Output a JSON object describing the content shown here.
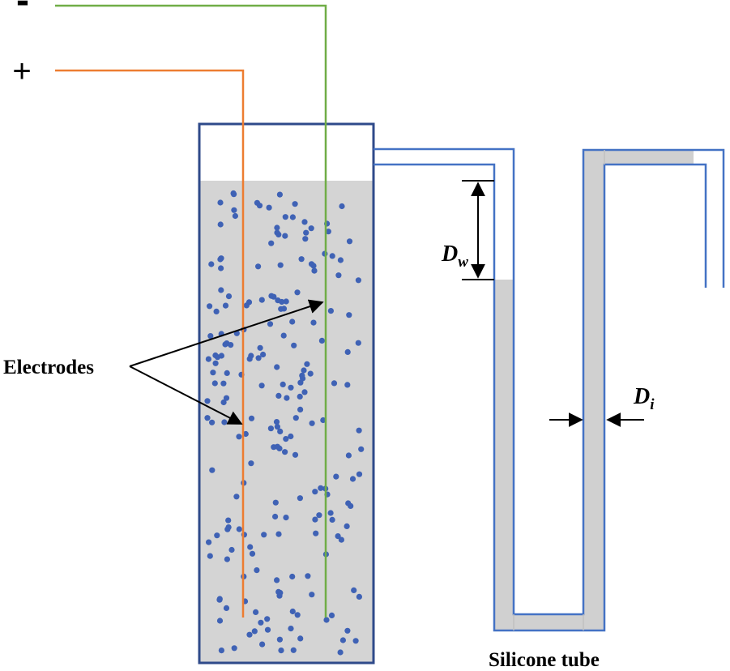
{
  "labels": {
    "minus": "-",
    "plus": "+",
    "electrodes": "Electrodes",
    "dw_main": "D",
    "dw_sub": "w",
    "di_main": "D",
    "di_sub": "i",
    "silicone_tube": "Silicone tube"
  },
  "colors": {
    "container_border": "#2f4a8a",
    "liquid": "#d4d4d4",
    "tube_line": "#4472c4",
    "tube_fill": "#d0d0d0",
    "electrode_positive": "#ed7d31",
    "electrode_negative": "#70ad47",
    "bubble": "#3f62b5",
    "arrow": "#000000"
  },
  "icons": [
    "negative-terminal",
    "positive-terminal",
    "gas-bubble",
    "dimension-arrow"
  ]
}
